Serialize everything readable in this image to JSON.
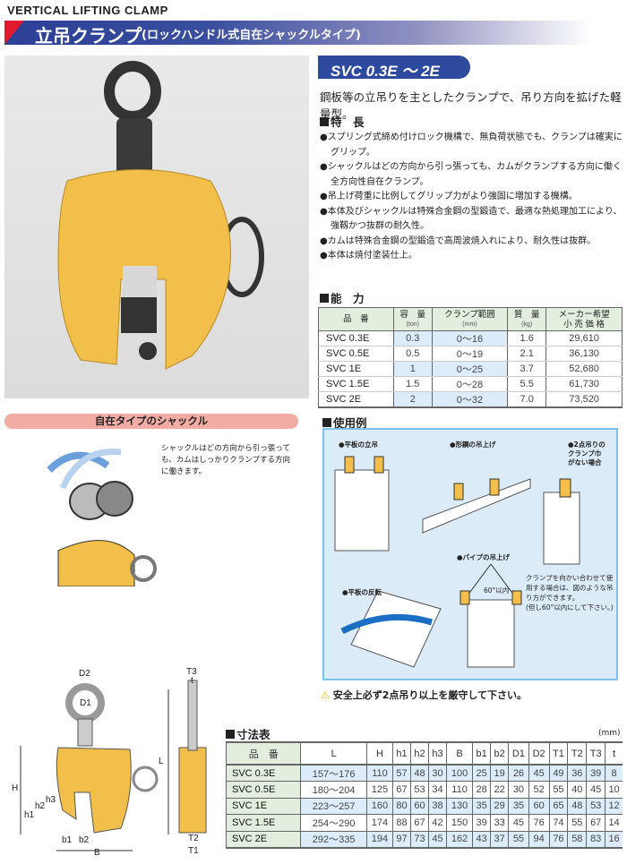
{
  "header": {
    "en_title": "VERTICAL LIFTING CLAMP",
    "title": "立吊クランプ",
    "subtitle": "(ロックハンドル式自在シャックルタイプ)"
  },
  "model_range": "SVC 0.3E 〜 2E",
  "tagline": "鋼板等の立吊りを主としたクランプで、吊り方向を拡げた軽量型。",
  "features": {
    "heading": "特　長",
    "items": [
      "スプリング式締め付けロック機構で、無負荷状態でも、クランプは確実にグリップ。",
      "シャックルはどの方向から引っ張っても、カムがクランプする方向に働く全方向性自在クランプ。",
      "吊上げ荷重に比例してグリップ力がより強固に増加する機構。",
      "本体及びシャックルは特殊合金鋼の型鍛造で、最適な熱処理加工により、強靱かつ抜群の耐久性。",
      "カムは特殊合金鋼の型鍛造で高周波焼入れにより、耐久性は抜群。",
      "本体は焼付塗装仕上。"
    ]
  },
  "capacity": {
    "heading": "能　力",
    "headers": [
      {
        "label": "品　番",
        "unit": ""
      },
      {
        "label": "容　量",
        "unit": "(ton)"
      },
      {
        "label": "クランプ範囲",
        "unit": "(mm)"
      },
      {
        "label": "質　量",
        "unit": "(kg)"
      },
      {
        "label": "メーカー希望",
        "unit": "小 売 価 格"
      }
    ],
    "rows": [
      [
        "SVC  0.3E",
        "0.3",
        "0〜16",
        "1.6",
        "29,610"
      ],
      [
        "SVC  0.5E",
        "0.5",
        "0〜19",
        "2.1",
        "36,130"
      ],
      [
        "SVC  1E",
        "1",
        "0〜25",
        "3.7",
        "52,680"
      ],
      [
        "SVC  1.5E",
        "1.5",
        "0〜28",
        "5.5",
        "61,730"
      ],
      [
        "SVC  2E",
        "2",
        "0〜32",
        "7.0",
        "73,520"
      ]
    ]
  },
  "shackle": {
    "heading": "自在タイプのシャックル",
    "text": "シャックルはどの方向から引っ張っても、カムはしっかりクランプする方向に働きます。"
  },
  "usage": {
    "heading": "使用例",
    "labels": {
      "flat": "●平板の立吊",
      "shape": "●形鋼の吊上げ",
      "twopoint": "●2点吊りの\nクランプ巾\nがない場合",
      "pipe": "●パイプの吊上げ",
      "flip": "●平板の反転",
      "angle": "60°以内",
      "note": "クランプを向かい合わせて使用する場合は、図のような吊り方ができます。\n(但し60°以内にして下さい。)"
    }
  },
  "warning": "安全上必ず2点吊り以上を厳守して下さい。",
  "diagram_labels": {
    "D2": "D2",
    "D1": "D1",
    "L": "L",
    "H": "H",
    "h1": "h1",
    "h2": "h2",
    "h3": "h3",
    "b1": "b1",
    "b2": "b2",
    "B": "B",
    "T3": "T3",
    "t": "t",
    "T2": "T2",
    "T1": "T1"
  },
  "dimensions": {
    "heading": "寸法表",
    "unit": "(mm)",
    "headers": [
      "品　番",
      "L",
      "H",
      "h1",
      "h2",
      "h3",
      "B",
      "b1",
      "b2",
      "D1",
      "D2",
      "T1",
      "T2",
      "T3",
      "t"
    ],
    "rows": [
      [
        "SVC 0.3E",
        "157〜176",
        "110",
        "57",
        "48",
        "30",
        "100",
        "25",
        "19",
        "26",
        "45",
        "49",
        "36",
        "39",
        "8"
      ],
      [
        "SVC 0.5E",
        "180〜204",
        "125",
        "67",
        "53",
        "34",
        "110",
        "28",
        "22",
        "30",
        "52",
        "55",
        "40",
        "45",
        "10"
      ],
      [
        "SVC 1E",
        "223〜257",
        "160",
        "80",
        "60",
        "38",
        "130",
        "35",
        "29",
        "35",
        "60",
        "65",
        "48",
        "53",
        "12"
      ],
      [
        "SVC 1.5E",
        "254〜290",
        "174",
        "88",
        "67",
        "42",
        "150",
        "39",
        "33",
        "45",
        "76",
        "74",
        "55",
        "67",
        "14"
      ],
      [
        "SVC 2E",
        "292〜335",
        "194",
        "97",
        "73",
        "45",
        "162",
        "43",
        "37",
        "55",
        "94",
        "76",
        "58",
        "83",
        "16"
      ]
    ]
  },
  "colors": {
    "banner": "#2a3f96",
    "accent_red": "#e0192e",
    "clamp_yellow": "#f2c04a",
    "cell_blue": "#dcecfa",
    "cell_green": "#e3eedf",
    "pink": "#f2aca4"
  }
}
